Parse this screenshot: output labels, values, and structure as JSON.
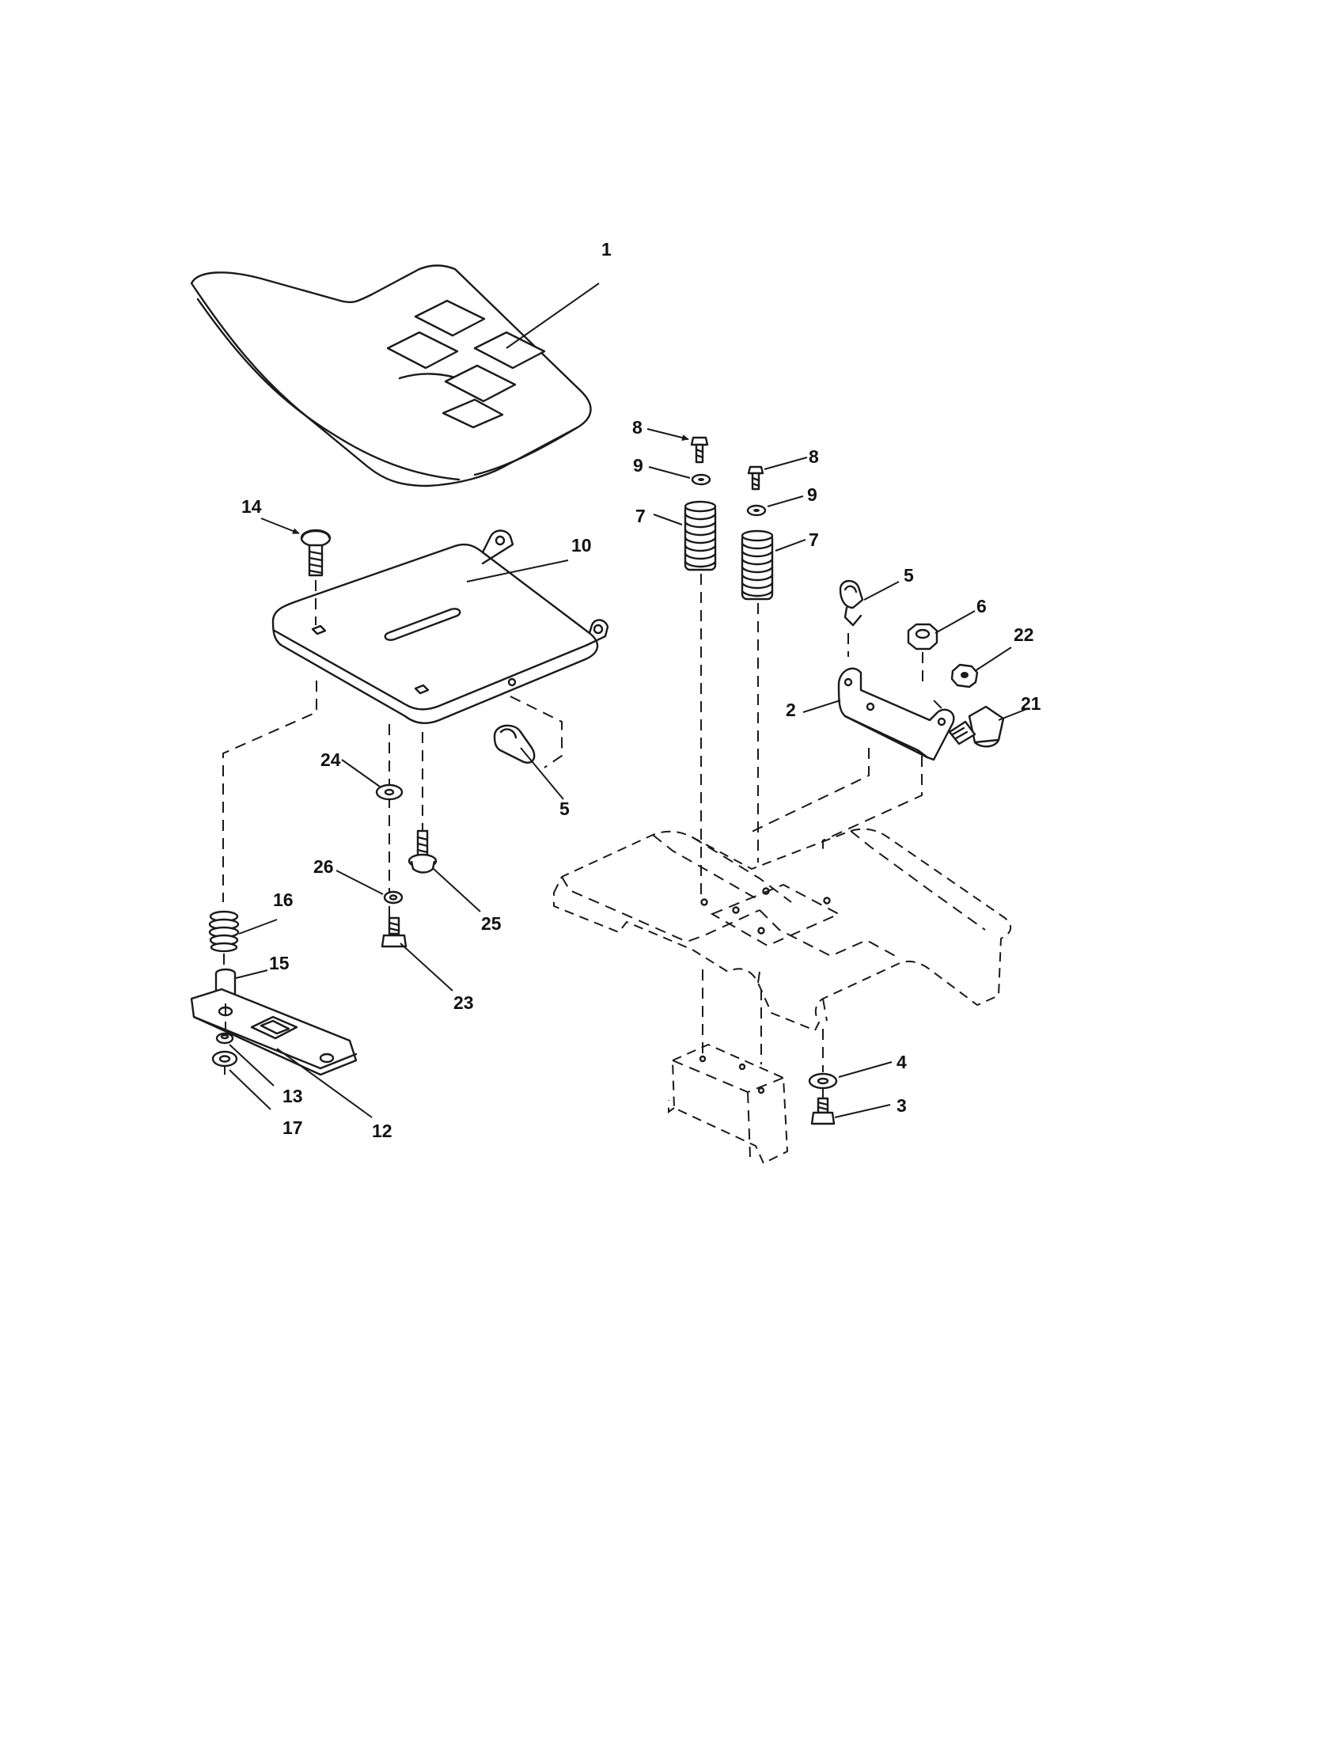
{
  "callouts": {
    "c1": "1",
    "c2": "2",
    "c3": "3",
    "c4": "4",
    "c5a": "5",
    "c5b": "5",
    "c6": "6",
    "c7a": "7",
    "c7b": "7",
    "c8a": "8",
    "c8b": "8",
    "c9a": "9",
    "c9b": "9",
    "c10": "10",
    "c12": "12",
    "c13": "13",
    "c14": "14",
    "c15": "15",
    "c16": "16",
    "c17": "17",
    "c21": "21",
    "c22": "22",
    "c23": "23",
    "c24": "24",
    "c25": "25",
    "c26": "26"
  }
}
